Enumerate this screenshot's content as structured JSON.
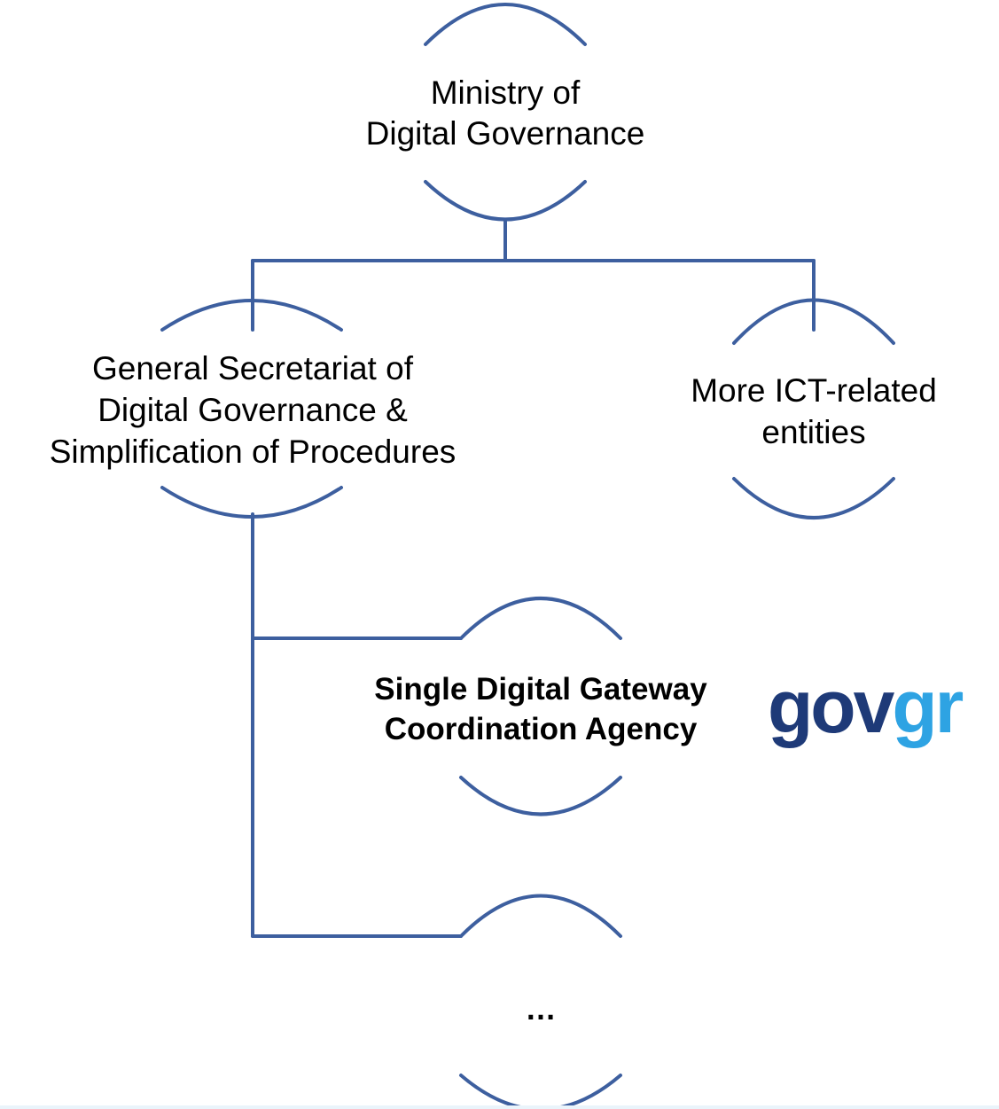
{
  "colors": {
    "line": "#3d5f9f",
    "logo_dark": "#1e3a78",
    "logo_light": "#2ea3e3"
  },
  "nodes": {
    "ministry": {
      "line1": "Ministry of",
      "line2": "Digital Governance"
    },
    "gen_secretariat": {
      "line1": "General Secretariat of",
      "line2": "Digital Governance &",
      "line3": "Simplification of Procedures"
    },
    "ict_entities": {
      "line1": "More ICT-related",
      "line2": "entities"
    },
    "sdg_agency": {
      "line1": "Single Digital Gateway",
      "line2": "Coordination Agency"
    },
    "more": {
      "label": "…"
    }
  },
  "logo": {
    "part1": "gov",
    "part2": "gr"
  }
}
